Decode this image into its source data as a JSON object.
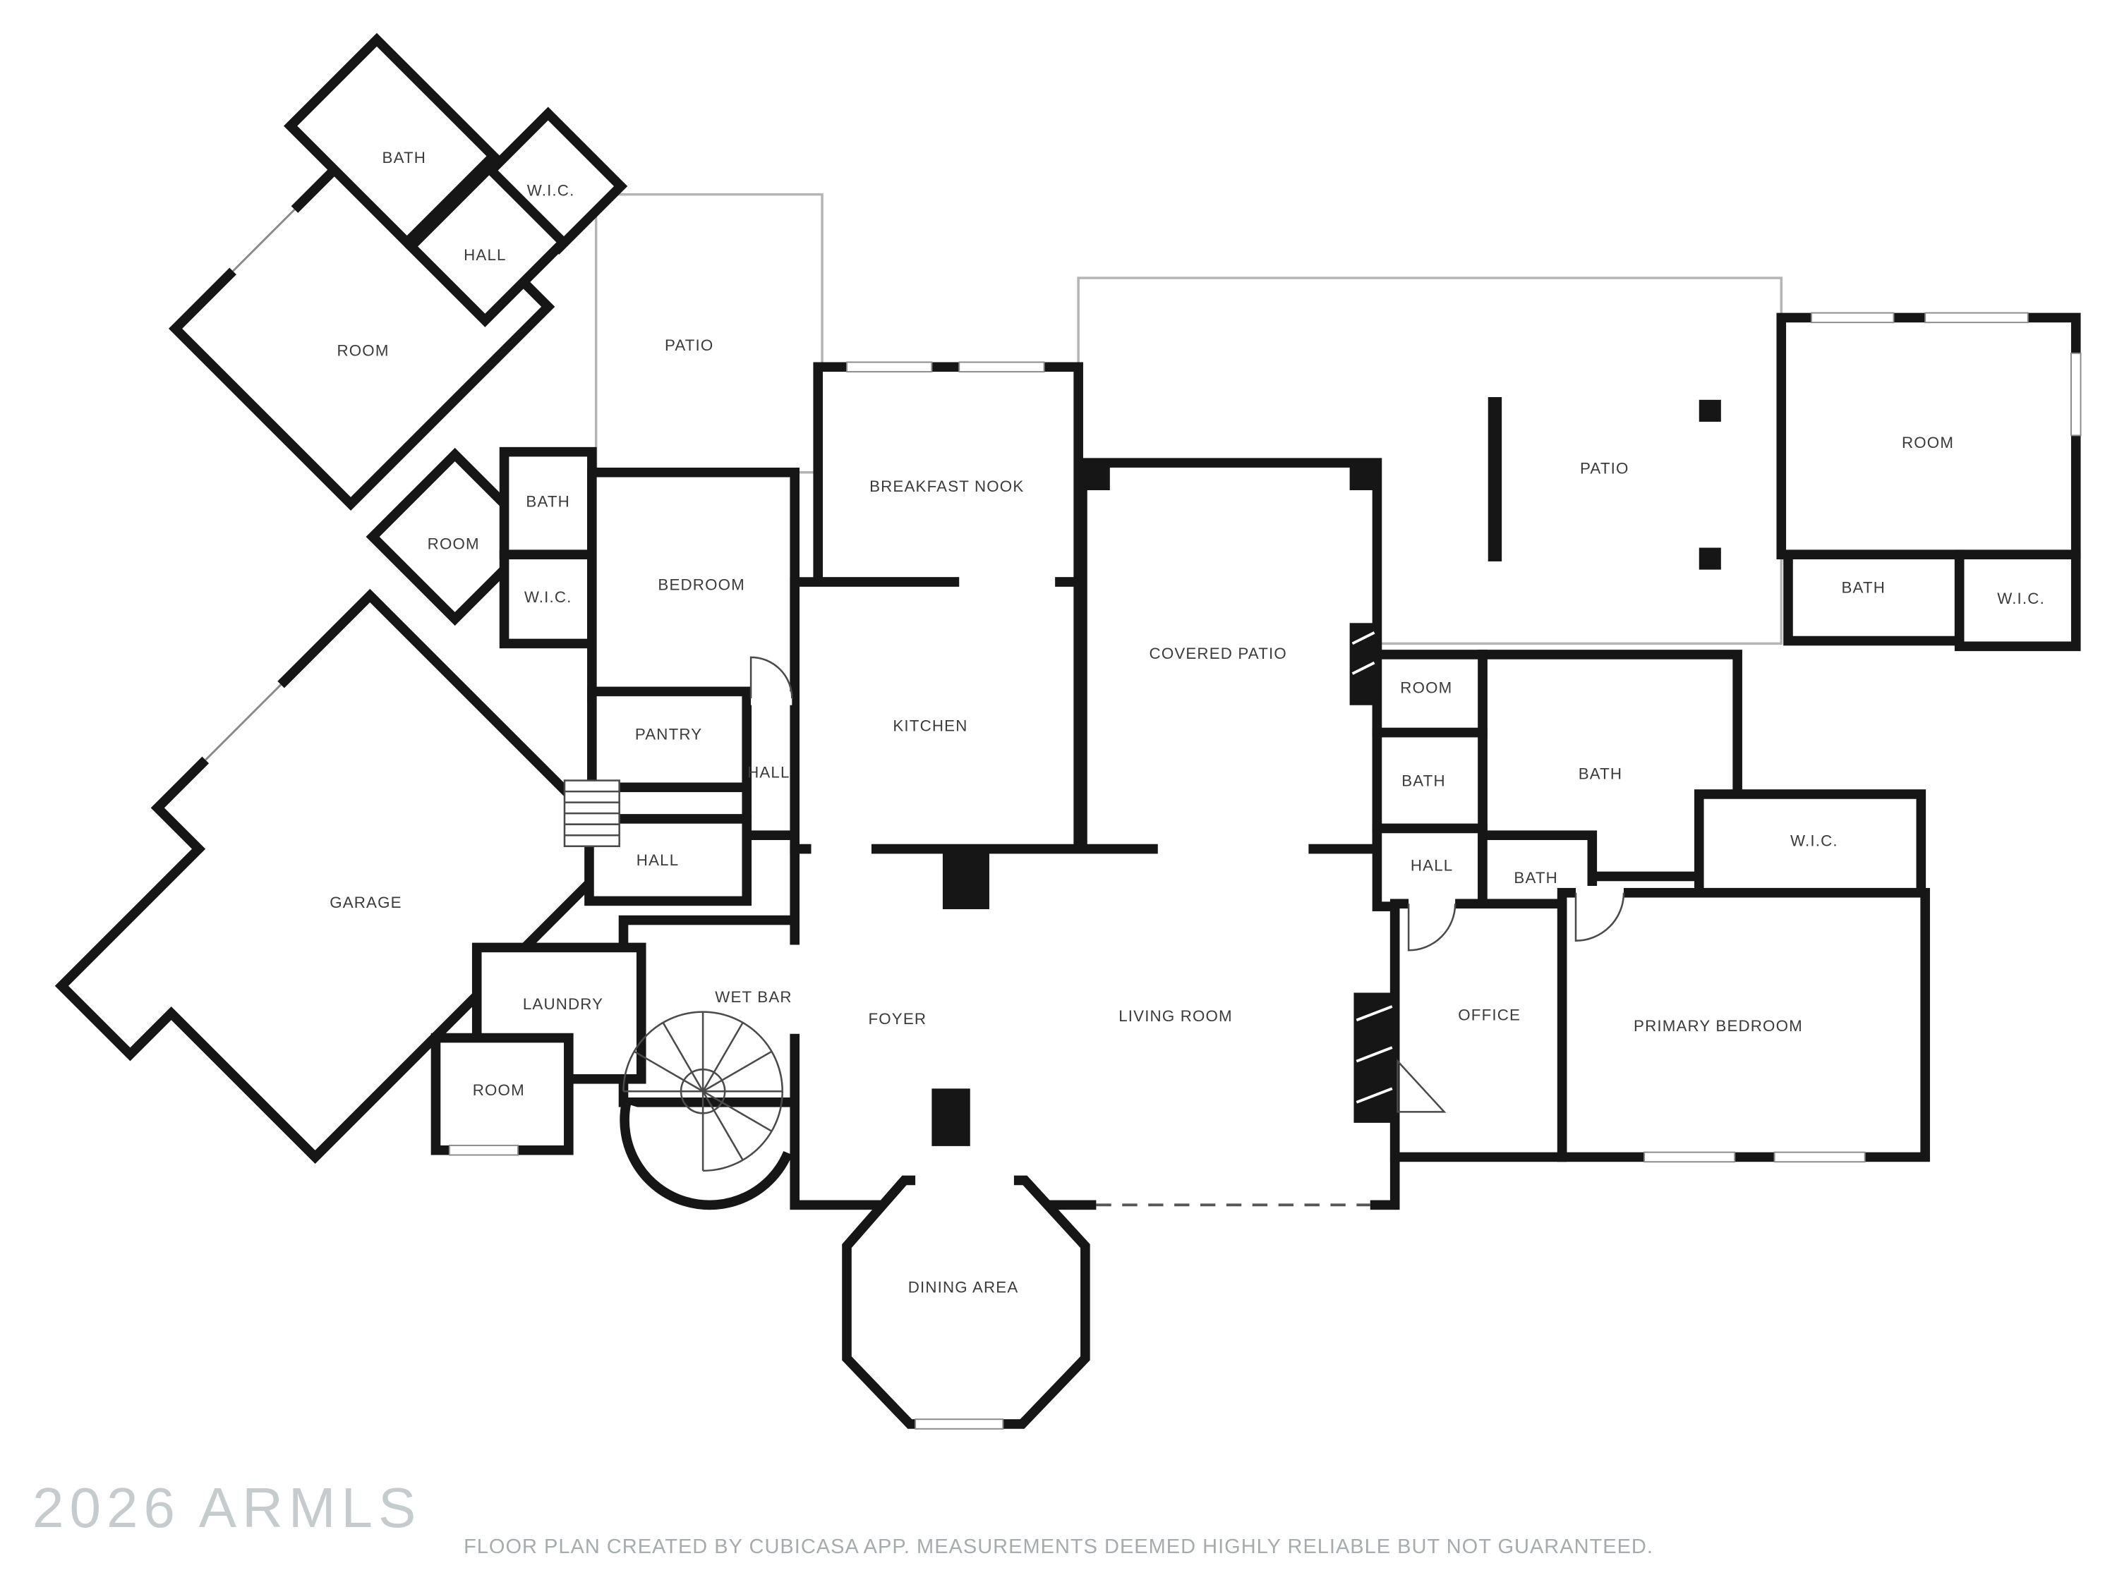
{
  "meta": {
    "watermark": "2026 ARMLS",
    "disclaimer": "FLOOR PLAN CREATED BY CUBICASA APP. MEASUREMENTS DEEMED HIGHLY RELIABLE BUT NOT GUARANTEED."
  },
  "colors": {
    "wall": "#161616",
    "patio_line": "#b5b5b5",
    "label": "#3b3b3b",
    "watermark": "#c6cbce",
    "disclaimer": "#a6abae"
  },
  "rooms": [
    {
      "label": "BATH"
    },
    {
      "label": "W.I.C."
    },
    {
      "label": "HALL"
    },
    {
      "label": "ROOM"
    },
    {
      "label": "PATIO"
    },
    {
      "label": "BATH"
    },
    {
      "label": "ROOM"
    },
    {
      "label": "W.I.C."
    },
    {
      "label": "BEDROOM"
    },
    {
      "label": "BREAKFAST NOOK"
    },
    {
      "label": "KITCHEN"
    },
    {
      "label": "PANTRY"
    },
    {
      "label": "HALL"
    },
    {
      "label": "HALL"
    },
    {
      "label": "COVERED PATIO"
    },
    {
      "label": "PATIO"
    },
    {
      "label": "ROOM"
    },
    {
      "label": "BATH"
    },
    {
      "label": "W.I.C."
    },
    {
      "label": "ROOM"
    },
    {
      "label": "BATH"
    },
    {
      "label": "BATH"
    },
    {
      "label": "HALL"
    },
    {
      "label": "BATH"
    },
    {
      "label": "W.I.C."
    },
    {
      "label": "GARAGE"
    },
    {
      "label": "LAUNDRY"
    },
    {
      "label": "ROOM"
    },
    {
      "label": "WET BAR"
    },
    {
      "label": "FOYER"
    },
    {
      "label": "LIVING ROOM"
    },
    {
      "label": "OFFICE"
    },
    {
      "label": "PRIMARY BEDROOM"
    },
    {
      "label": "DINING AREA"
    }
  ]
}
